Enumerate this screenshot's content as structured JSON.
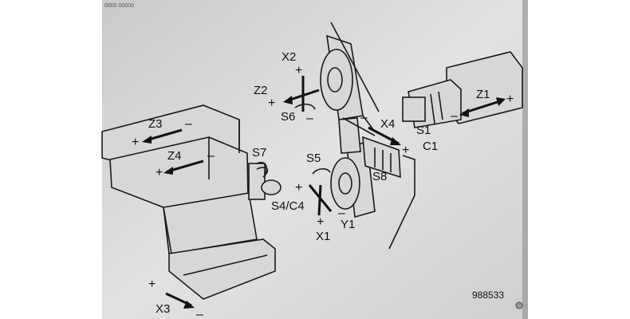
{
  "corner_text": "0000 00000",
  "serial_number": "988533",
  "labels": {
    "x2": "X2",
    "z2": "Z2",
    "s6": "S6",
    "z3": "Z3",
    "z4": "Z4",
    "s7": "S7",
    "s4c4": "S4/C4",
    "s5": "S5",
    "x1": "X1",
    "y1": "Y1",
    "x4": "X4",
    "s8": "S8",
    "s1": "S1",
    "c1": "C1",
    "z1": "Z1",
    "x3": "X3"
  },
  "signs": {
    "plus": "+",
    "minus": "–"
  }
}
